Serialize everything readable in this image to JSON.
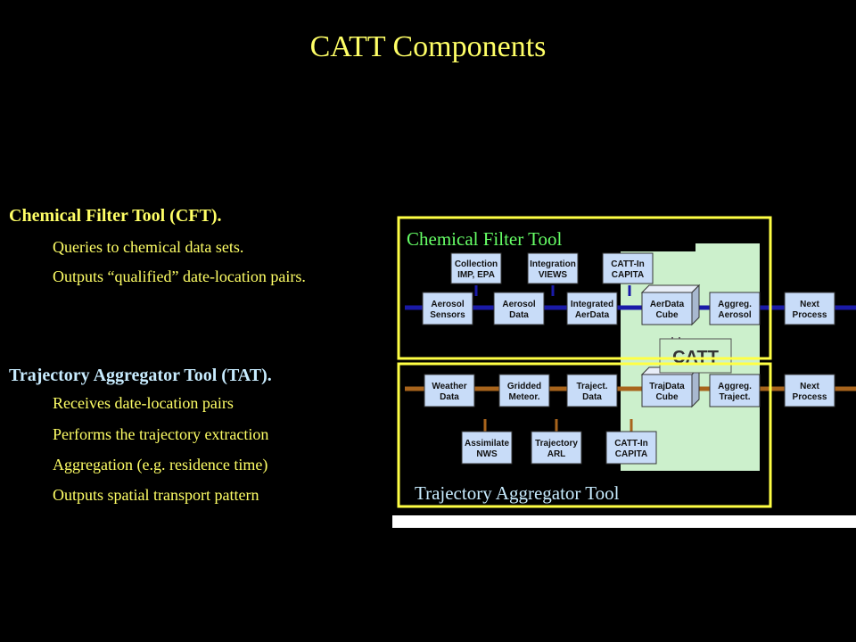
{
  "slide": {
    "title": "CATT Components"
  },
  "cft": {
    "heading": "Chemical Filter Tool (CFT).",
    "items": [
      "Queries to chemical data sets.",
      "Outputs “qualified” date-location pairs."
    ]
  },
  "tat": {
    "heading": "Trajectory Aggregator Tool (TAT).",
    "items": [
      "Receives date-location pairs",
      "Performs the trajectory extraction",
      "Aggregation (e.g. residence time)",
      "Outputs spatial transport pattern"
    ]
  },
  "diagram": {
    "cft_label": "Chemical Filter Tool",
    "tat_label": "Trajectory Aggregator Tool",
    "catt_label": "CATT",
    "top_sources": [
      {
        "line1": "Collection",
        "line2": "IMP, EPA"
      },
      {
        "line1": "Integration",
        "line2": "VIEWS"
      },
      {
        "line1": "CATT-In",
        "line2": "CAPITA"
      }
    ],
    "top_flow": [
      {
        "line1": "Aerosol",
        "line2": "Sensors"
      },
      {
        "line1": "Aerosol",
        "line2": "Data"
      },
      {
        "line1": "Integrated",
        "line2": "AerData"
      },
      {
        "line1": "AerData",
        "line2": "Cube"
      },
      {
        "line1": "Aggreg.",
        "line2": "Aerosol"
      },
      {
        "line1": "Next",
        "line2": "Process"
      }
    ],
    "bottom_flow": [
      {
        "line1": "Weather",
        "line2": "Data"
      },
      {
        "line1": "Gridded",
        "line2": "Meteor."
      },
      {
        "line1": "Traject.",
        "line2": "Data"
      },
      {
        "line1": "TrajData",
        "line2": "Cube"
      },
      {
        "line1": "Aggreg.",
        "line2": "Traject."
      },
      {
        "line1": "Next",
        "line2": "Process"
      }
    ],
    "bottom_sources": [
      {
        "line1": "Assimilate",
        "line2": "NWS"
      },
      {
        "line1": "Trajectory",
        "line2": "ARL"
      },
      {
        "line1": "CATT-In",
        "line2": "CAPITA"
      }
    ],
    "colors": {
      "frame": "#ffff44",
      "green_panel": "#ccf0cc",
      "box": "#c8dcf8",
      "blue_arrow": "#1a1aa8",
      "brown_arrow": "#a8641c",
      "label_green": "#66ff66",
      "label_cyan": "#c8ecff"
    }
  }
}
